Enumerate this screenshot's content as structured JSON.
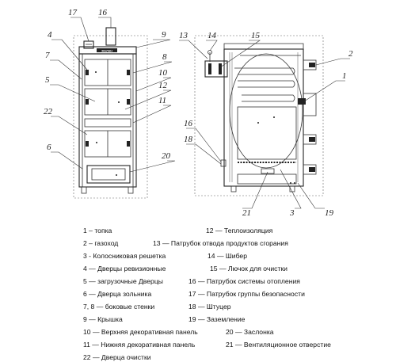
{
  "callouts": [
    "1",
    "2",
    "3",
    "4",
    "5",
    "6",
    "7",
    "8",
    "9",
    "10",
    "11",
    "12",
    "13",
    "14",
    "15",
    "16",
    "17",
    "18",
    "19",
    "20",
    "21",
    "22"
  ],
  "nameplate": "ЖАЛАН",
  "legend": [
    "1 – топка",
    "2 – газоход",
    "3 - Колосниковая решетка",
    "4 — Дверцы ревизионные",
    "5 — загрузочные Дверцы",
    "6 — Дверца зольника",
    "7, 8 — боковые стенки",
    "9 — Крышка",
    "10 — Верхняя декоративная панель",
    "11 — Нижняя декоративная панель",
    "22 — Дверца очистки",
    "12 — Теплоизоляция",
    "13 — Патрубок отвода продуктов сгорания",
    "14 — Шибер",
    "15 — Лючок для очистки",
    "16 — Патрубок системы отопления",
    "17 — Патрубок группы безопасности",
    "18 — Штуцер",
    "19 — Заземление",
    "20 — Заслонка",
    "21 — Вентиляционное отверстие"
  ]
}
